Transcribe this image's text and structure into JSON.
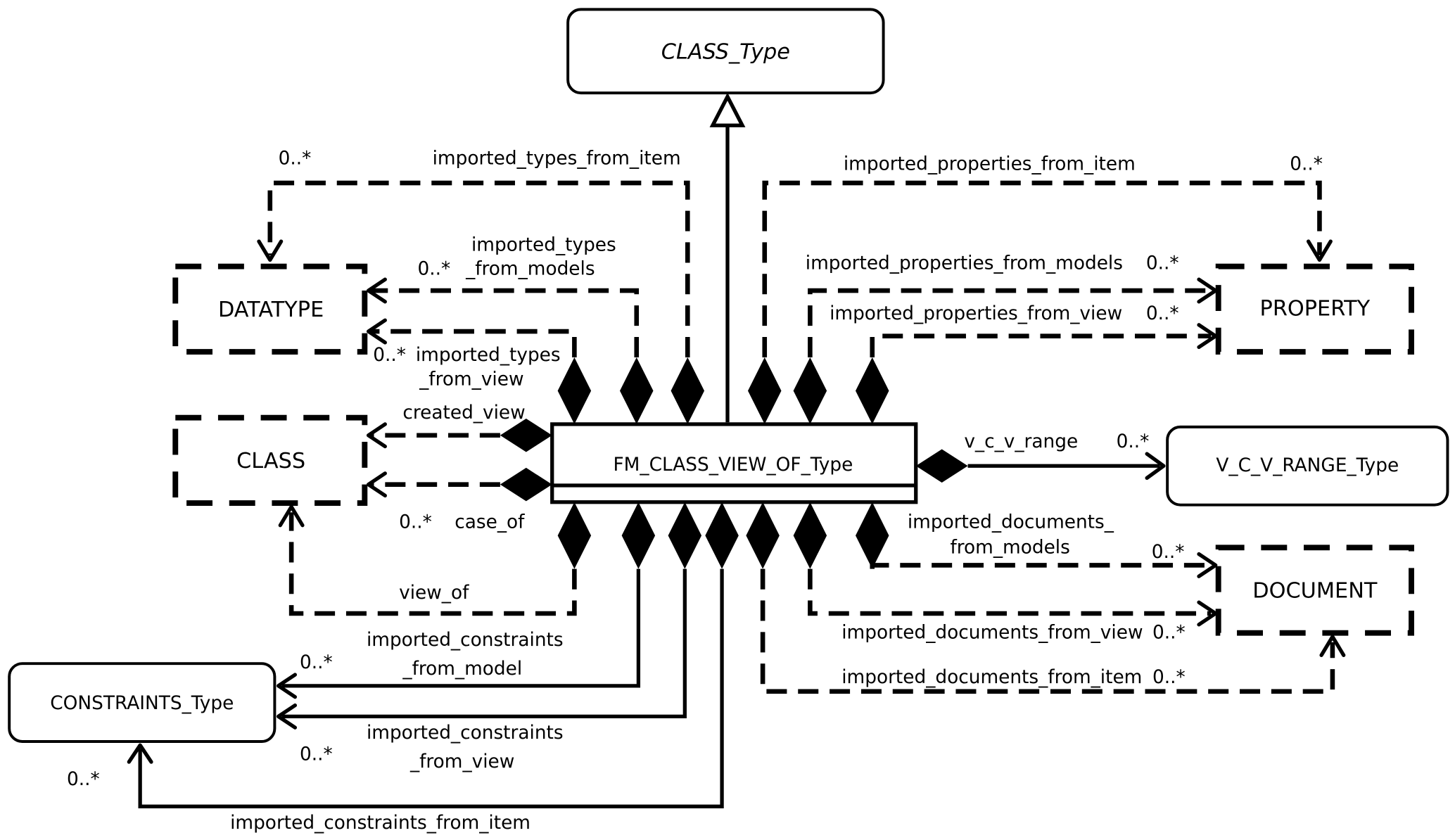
{
  "diagram": {
    "type": "UML class diagram",
    "classes": {
      "class_type": "CLASS_Type",
      "fm_class_view_of_type": "FM_CLASS_VIEW_OF_Type",
      "datatype": "DATATYPE",
      "class": "CLASS",
      "property": "PROPERTY",
      "document": "DOCUMENT",
      "v_c_v_range_type": "V_C_V_RANGE_Type",
      "constraints_type": "CONSTRAINTS_Type"
    },
    "associations": {
      "imported_types_from_item": "imported_types_from_item",
      "imported_types_from_models_1": "imported_types",
      "imported_types_from_models_2": "_from_models",
      "imported_types_from_view_1": "imported_types",
      "imported_types_from_view_2": "_from_view",
      "created_view": "created_view",
      "case_of": "case_of",
      "view_of": "view_of",
      "imported_properties_from_item": "imported_properties_from_item",
      "imported_properties_from_models": "imported_properties_from_models",
      "imported_properties_from_view": "imported_properties_from_view",
      "v_c_v_range": "v_c_v_range",
      "imported_documents_from_models_1": "imported_documents_",
      "imported_documents_from_models_2": "from_models",
      "imported_documents_from_view": "imported_documents_from_view",
      "imported_documents_from_item": "imported_documents_from_item",
      "imported_constraints_from_model_1": "imported_constraints",
      "imported_constraints_from_model_2": "_from_model",
      "imported_constraints_from_view_1": "imported_constraints",
      "imported_constraints_from_view_2": "_from_view",
      "imported_constraints_from_item": "imported_constraints_from_item"
    },
    "multiplicity": "0..*"
  }
}
